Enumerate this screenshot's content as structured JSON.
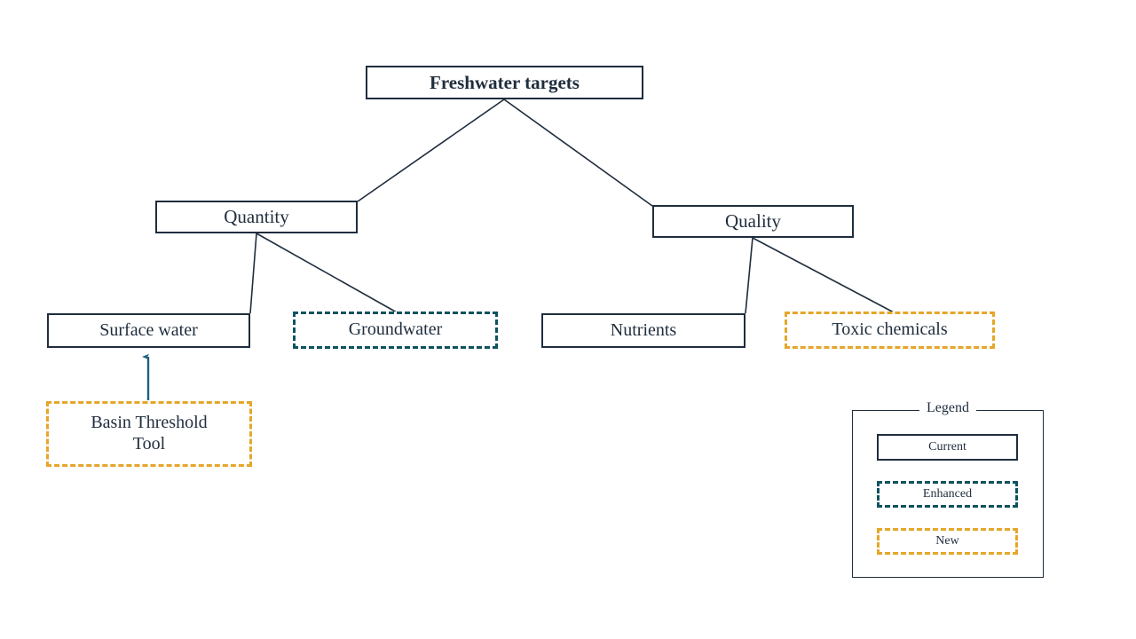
{
  "diagram": {
    "type": "hierarchy-tree",
    "colors": {
      "line": "#1f2d3d",
      "text": "#1f2d3d",
      "current": "#1f2d3d",
      "enhanced": "#0e5260",
      "new": "#e5a62a",
      "arrow": "#1f6080",
      "background": "#ffffff"
    },
    "nodes": {
      "root": {
        "label": "Freshwater targets",
        "style": "current"
      },
      "quantity": {
        "label": "Quantity",
        "style": "current"
      },
      "quality": {
        "label": "Quality",
        "style": "current"
      },
      "surface_water": {
        "label": "Surface water",
        "style": "current"
      },
      "groundwater": {
        "label": "Groundwater",
        "style": "enhanced"
      },
      "nutrients": {
        "label": "Nutrients",
        "style": "current"
      },
      "toxic_chemicals": {
        "label": "Toxic chemicals",
        "style": "new"
      },
      "basin_threshold_tool": {
        "label": "Basin Threshold\nTool",
        "style": "new"
      }
    },
    "edges": [
      {
        "from": "root",
        "to": "quantity"
      },
      {
        "from": "root",
        "to": "quality"
      },
      {
        "from": "quantity",
        "to": "surface_water"
      },
      {
        "from": "quantity",
        "to": "groundwater"
      },
      {
        "from": "quality",
        "to": "nutrients"
      },
      {
        "from": "quality",
        "to": "toxic_chemicals"
      },
      {
        "from": "basin_threshold_tool",
        "to": "surface_water",
        "arrow": true
      }
    ]
  },
  "legend": {
    "title": "Legend",
    "items": [
      {
        "label": "Current",
        "style": "current"
      },
      {
        "label": "Enhanced",
        "style": "enhanced"
      },
      {
        "label": "New",
        "style": "new"
      }
    ]
  }
}
